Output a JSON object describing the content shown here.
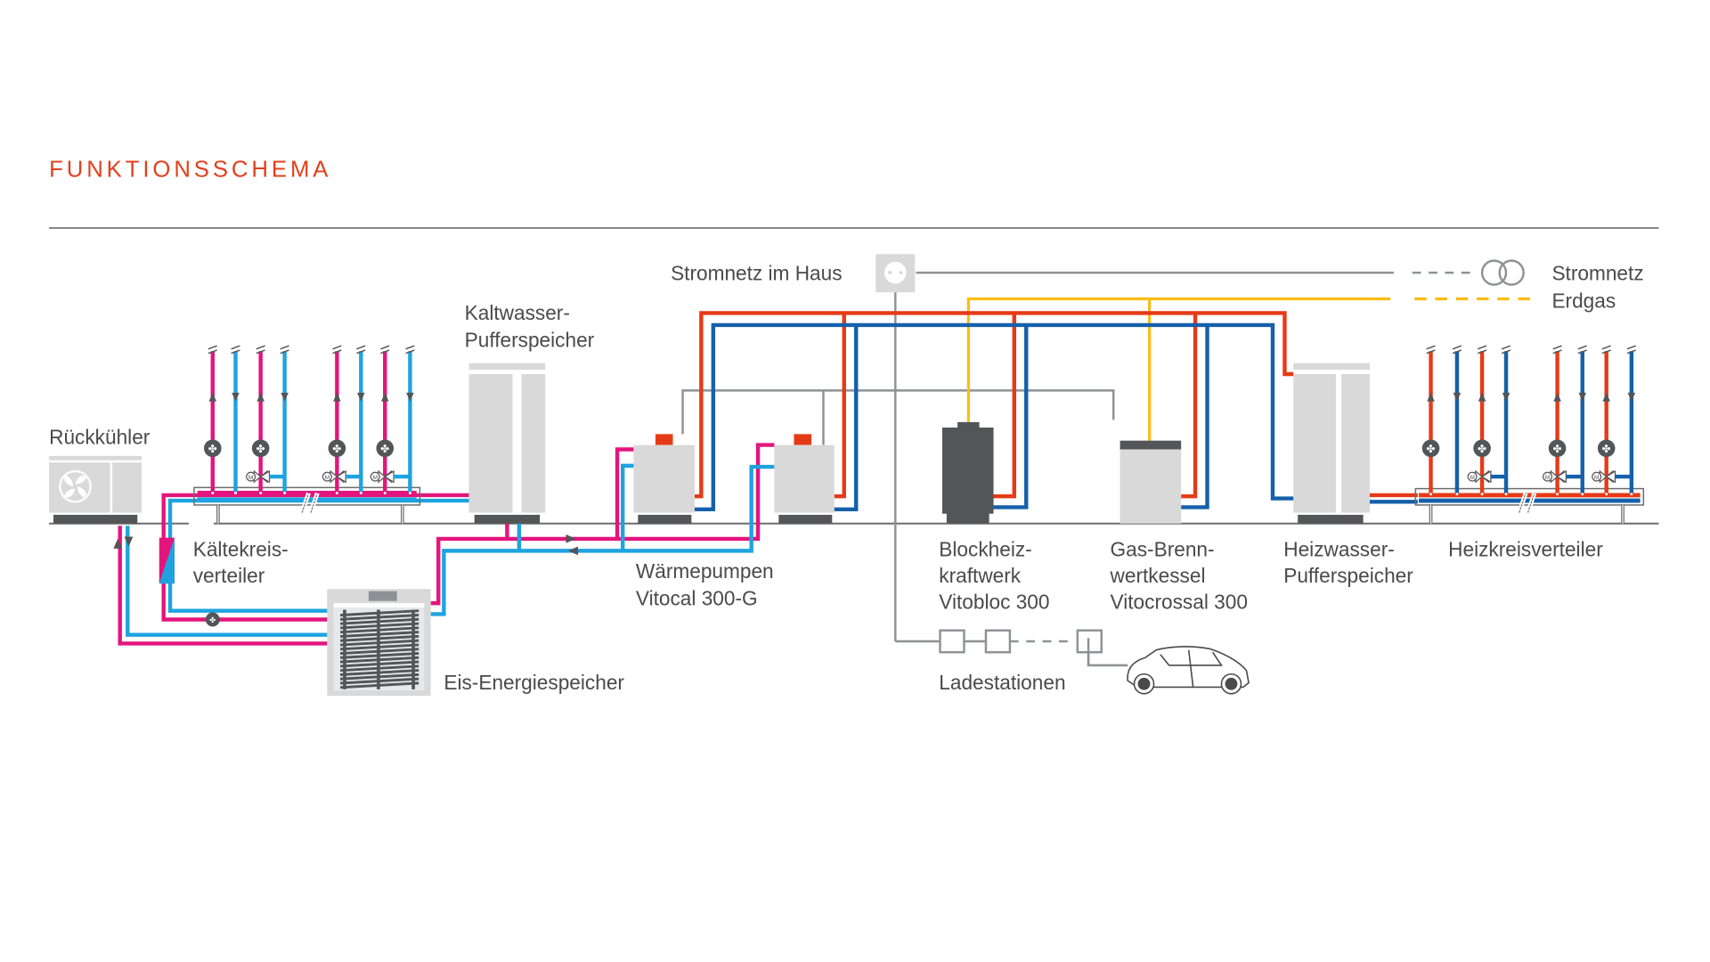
{
  "title": "FUNKTIONSSCHEMA",
  "colors": {
    "title": "#e2401c",
    "cold_supply": "#e3157d",
    "cold_return": "#1ea3e0",
    "heat_supply": "#e63a17",
    "heat_return": "#1560ab",
    "gas": "#fbbd14",
    "electric": "#8e9296",
    "unit_body": "#d9d9d9",
    "unit_dark": "#545557"
  },
  "legend": [
    {
      "label": "Stromnetz",
      "line": "grey-dashed",
      "icon": "transformer-icon"
    },
    {
      "label": "Erdgas",
      "line": "yellow-dashed"
    }
  ],
  "components": {
    "rueckkuehler": {
      "label": "Rückkühler",
      "icon": "fan-icon"
    },
    "kaeltekreisverteiler": {
      "line1": "Kältekreis-",
      "line2": "verteiler"
    },
    "kaltwasser_puffer": {
      "line1": "Kaltwasser-",
      "line2": "Pufferspeicher"
    },
    "eis_energiespeicher": {
      "label": "Eis-Energiespeicher"
    },
    "waermepumpen": {
      "line1": "Wärmepumpen",
      "line2": "Vitocal 300-G",
      "count": 2
    },
    "stromnetz_haus": {
      "label": "Stromnetz im Haus",
      "icon": "power-socket-icon"
    },
    "bhkw": {
      "line1": "Blockheiz-",
      "line2": "kraftwerk",
      "line3": "Vitobloc 300"
    },
    "gas_brennwertkessel": {
      "line1": "Gas-Brenn-",
      "line2": "wertkessel",
      "line3": "Vitocrossal 300"
    },
    "heizwasser_puffer": {
      "line1": "Heizwasser-",
      "line2": "Pufferspeicher"
    },
    "heizkreisverteiler": {
      "label": "Heizkreisverteiler"
    },
    "ladestationen": {
      "label": "Ladestationen",
      "icon": "electric-car-icon"
    }
  }
}
